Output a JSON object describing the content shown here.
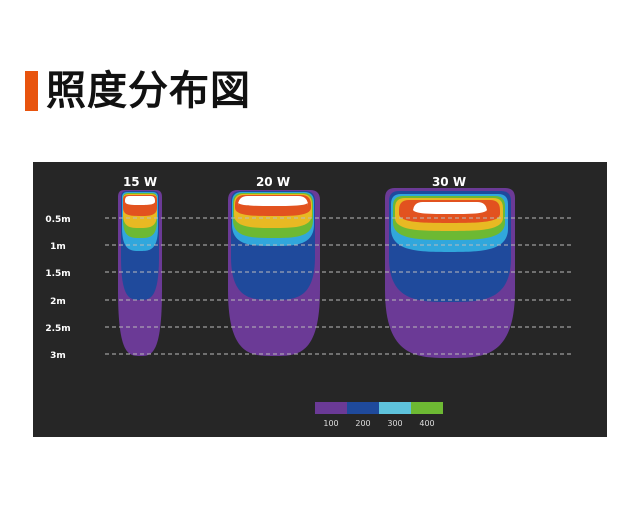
{
  "title": "照度分布図",
  "beams": [
    {
      "label": "15 W"
    },
    {
      "label": "20 W"
    },
    {
      "label": "30 W"
    }
  ],
  "distances": [
    "0.5m",
    "1m",
    "1.5m",
    "2m",
    "2.5m",
    "3m"
  ],
  "legend": [
    {
      "label": "100",
      "color": "#6b3a96"
    },
    {
      "label": "200",
      "color": "#1f4a9c"
    },
    {
      "label": "300",
      "color": "#5ec3dc"
    },
    {
      "label": "400",
      "color": "#6db933"
    }
  ],
  "contour_colors": [
    "#6b3a96",
    "#1f4a9c",
    "#31a7dc",
    "#6db933",
    "#e8b923",
    "#e2521f",
    "#ffffff"
  ]
}
